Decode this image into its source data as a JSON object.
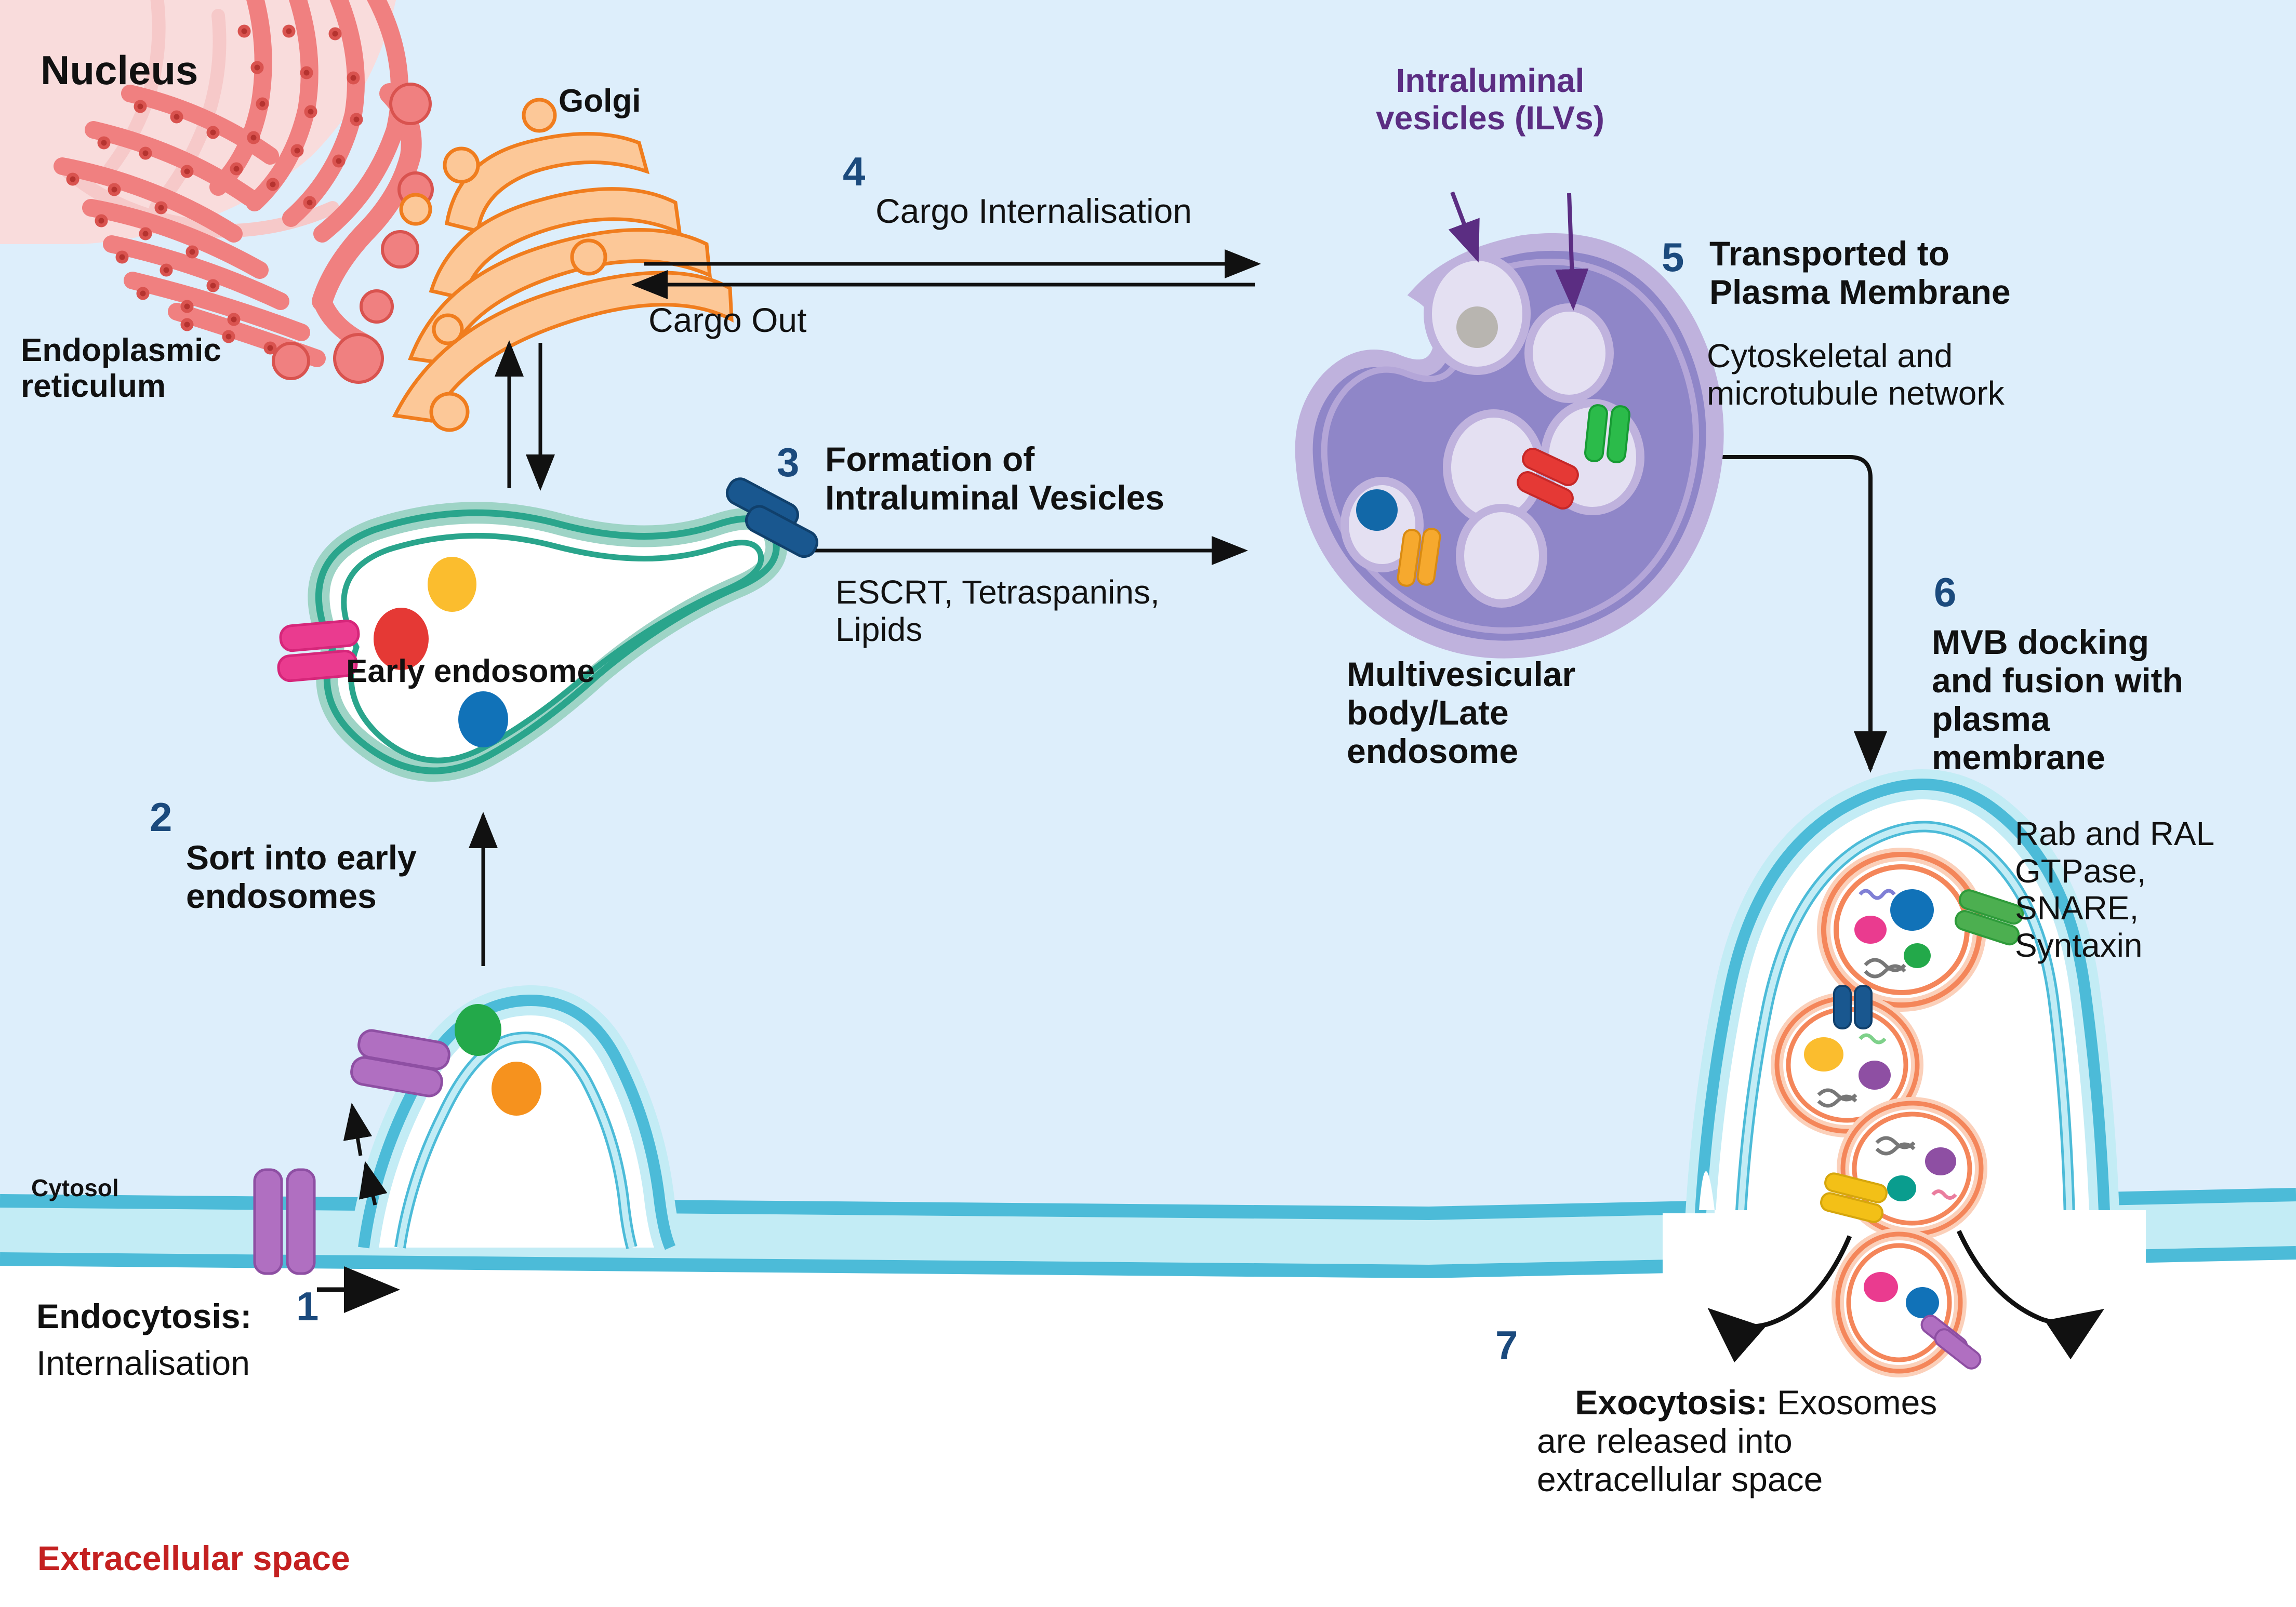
{
  "figure": {
    "title_domain": "exosome biogenesis pathway diagram",
    "background_cytosol_color": "#ddeefb",
    "extracellular_color": "#ffffff",
    "accent_step_number_color": "#1b4a7d",
    "ilv_label_color": "#5b2d82",
    "extracellular_label_color": "#c42020"
  },
  "organelles": {
    "nucleus": "Nucleus",
    "endoplasmic_reticulum": "Endoplasmic\nreticulum",
    "golgi": "Golgi",
    "early_endosome": "Early endosome",
    "mvb": "Multivesicular\nbody/Late\nendosome",
    "ilv": "Intraluminal\nvesicles (ILVs)",
    "cytosol": "Cytosol",
    "extracellular_space": "Extracellular space"
  },
  "steps": [
    {
      "number": "1",
      "title": "Endocytosis:",
      "subtitle": "Internalisation",
      "detail": ""
    },
    {
      "number": "2",
      "title": "Sort into early\nendosomes",
      "subtitle": "",
      "detail": ""
    },
    {
      "number": "3",
      "title": "Formation of\nIntraluminal Vesicles",
      "subtitle": "",
      "detail": "ESCRT, Tetraspanins,\nLipids"
    },
    {
      "number": "4",
      "title": "Cargo Internalisation",
      "subtitle": "Cargo Out",
      "detail": ""
    },
    {
      "number": "5",
      "title": "Transported to\nPlasma Membrane",
      "subtitle": "",
      "detail": "Cytoskeletal and\nmicrotubule network"
    },
    {
      "number": "6",
      "title": "MVB docking\nand fusion with\nplasma\nmembrane",
      "subtitle": "",
      "detail": "Rab and RAL\nGTPase,\nSNARE,\nSyntaxin"
    },
    {
      "number": "7",
      "title": "Exocytosis:",
      "subtitle": " Exosomes\nare released into\nextracellular space",
      "detail": ""
    }
  ],
  "colors": {
    "nucleus_fill": "#f9dcdc",
    "er_fill": "#f08080",
    "er_stroke": "#d9534f",
    "golgi_fill": "#fcc898",
    "golgi_stroke": "#f07d1e",
    "endosome_stroke": "#2aa58c",
    "endosome_halo": "#9ed4c6",
    "mvb_fill": "#8f86c8",
    "mvb_outer": "#bfb2dd",
    "ilv_fill": "#e4e0f2",
    "membrane_dark": "#4cbbd8",
    "membrane_light": "#c3ecf5",
    "exosome_stroke": "#f4865a",
    "exosome_fill": "#fbd0ba",
    "marker_pink": "#ea3b8f",
    "marker_blue": "#1172b8",
    "marker_green": "#23a94a",
    "marker_orange": "#f6921e",
    "marker_red": "#e53935",
    "marker_yellow": "#fbbd2e",
    "marker_purple": "#b06fc1",
    "marker_navy": "#154c7c",
    "marker_teal": "#0a9d8e"
  },
  "cargo_dots": {
    "early_endosome": [
      "orange",
      "red",
      "blue"
    ],
    "endocytic_vesicle": [
      "green",
      "orange"
    ],
    "exosome_top": [
      "pink",
      "blue",
      "green"
    ],
    "exosome_mid": [
      "yellow",
      "purple"
    ],
    "exosome_low": [
      "teal",
      "purple"
    ],
    "exosome_released": [
      "pink",
      "blue"
    ]
  }
}
